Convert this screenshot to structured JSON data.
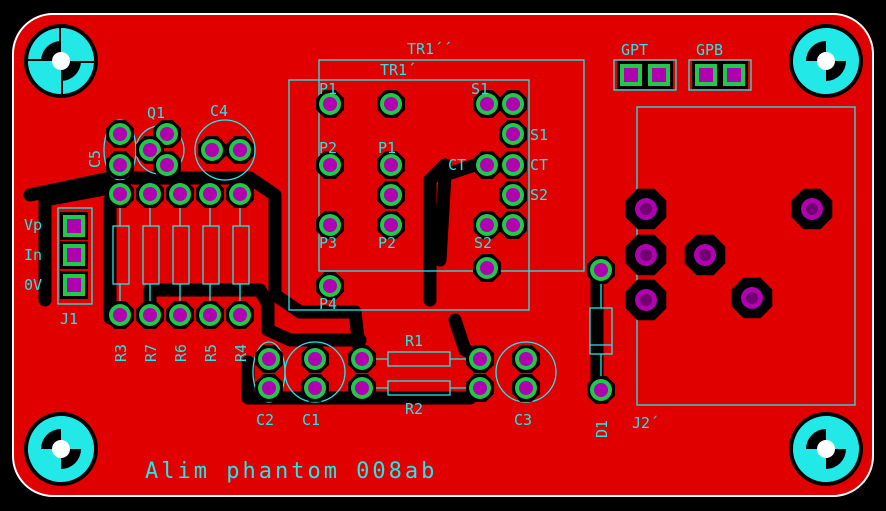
{
  "board": {
    "title": "Alim phantom 008ab",
    "colors": {
      "background": "#000000",
      "copper": "#e00000",
      "silkscreen": "#22e8e8",
      "pad_hole": "#b000b0",
      "pad_ring": "#22c84a",
      "outline": "#ffffff"
    }
  },
  "labels": {
    "tr1_outer": "TR1´´",
    "tr1_inner": "TR1´",
    "gpt": "GPT",
    "gpb": "GPB",
    "q1": "Q1",
    "c4": "C4",
    "c5": "C5",
    "vp": "Vp",
    "in": "In",
    "ov": "0V",
    "j1": "J1",
    "r3": "R3",
    "r7": "R7",
    "r6": "R6",
    "r5": "R5",
    "r4": "R4",
    "p1_left": "P1",
    "p2_left": "P2",
    "p3": "P3",
    "p4": "P4",
    "p1_mid": "P1",
    "p2_mid": "P2",
    "s1_top": "S1",
    "s1_right": "S1",
    "ct_left": "CT",
    "ct_right": "CT",
    "s2_right": "S2",
    "s2_bottom": "S2",
    "r1": "R1",
    "r2": "R2",
    "c2": "C2",
    "c1": "C1",
    "c3": "C3",
    "d1": "D1",
    "j2": "J2´"
  }
}
